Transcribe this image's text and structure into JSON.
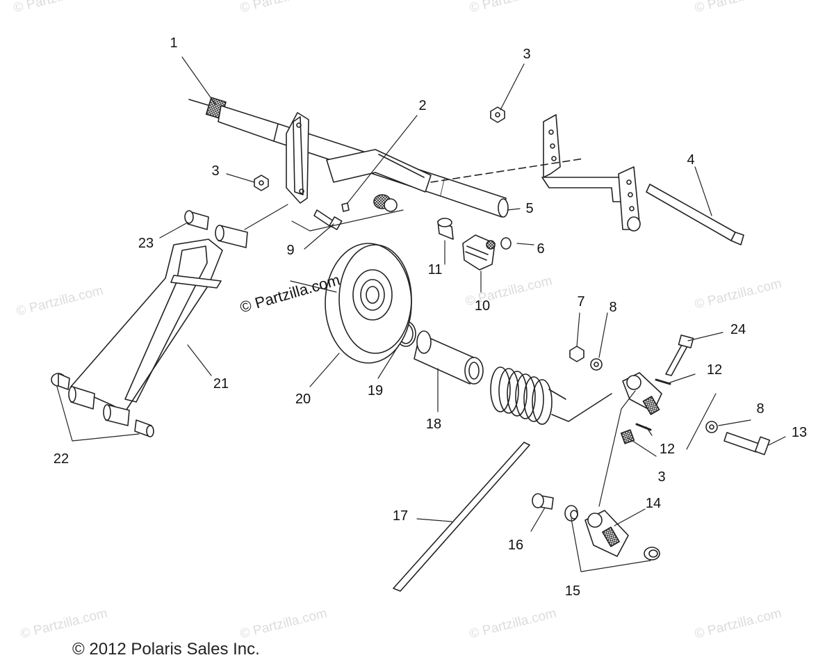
{
  "callouts": [
    {
      "id": "c1",
      "label": "1"
    },
    {
      "id": "c2",
      "label": "2"
    },
    {
      "id": "c3a",
      "label": "3"
    },
    {
      "id": "c3b",
      "label": "3"
    },
    {
      "id": "c3c",
      "label": "3"
    },
    {
      "id": "c4",
      "label": "4"
    },
    {
      "id": "c5",
      "label": "5"
    },
    {
      "id": "c6",
      "label": "6"
    },
    {
      "id": "c7",
      "label": "7"
    },
    {
      "id": "c8a",
      "label": "8"
    },
    {
      "id": "c8b",
      "label": "8"
    },
    {
      "id": "c9",
      "label": "9"
    },
    {
      "id": "c10",
      "label": "10"
    },
    {
      "id": "c11",
      "label": "11"
    },
    {
      "id": "c12a",
      "label": "12"
    },
    {
      "id": "c12b",
      "label": "12"
    },
    {
      "id": "c13",
      "label": "13"
    },
    {
      "id": "c14",
      "label": "14"
    },
    {
      "id": "c15",
      "label": "15"
    },
    {
      "id": "c16",
      "label": "16"
    },
    {
      "id": "c17",
      "label": "17"
    },
    {
      "id": "c18",
      "label": "18"
    },
    {
      "id": "c19",
      "label": "19"
    },
    {
      "id": "c20",
      "label": "20"
    },
    {
      "id": "c21",
      "label": "21"
    },
    {
      "id": "c22",
      "label": "22"
    },
    {
      "id": "c23",
      "label": "23"
    },
    {
      "id": "c24",
      "label": "24"
    }
  ],
  "watermark_text": "© Partzilla.com",
  "main_watermark_text": "© Partzilla.com",
  "copyright": "© 2012 Polaris Sales Inc.",
  "colors": {
    "line": "#222222",
    "watermark": "#dcdcdc",
    "background": "#ffffff"
  }
}
